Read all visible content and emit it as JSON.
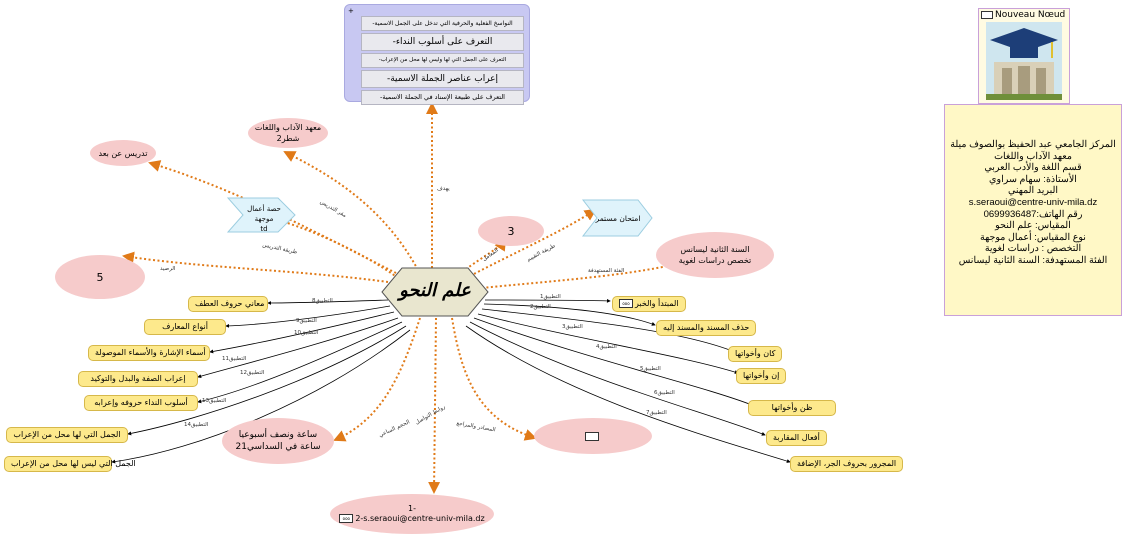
{
  "center": {
    "label": "علم النحو"
  },
  "goals": {
    "top_mark": "+",
    "items": [
      "-النواسخ الفعلية والحرفية التي تدخل على الجمل الاسمية",
      "-التعرف على أسلوب النداء",
      "-التعرف على الجمل التي لها وليس لها محل من الإعراب",
      "-إعراب عناصر الجملة الاسمية",
      "-التعرف على طبيعة الإسناد في الجملة الاسمية"
    ]
  },
  "right_panel": {
    "image_title": "Nouveau Nœud",
    "info_lines": [
      "المركز الجامعي   عبد  الحفيظ بوالصوف ميلة",
      "معهد الآداب واللغات",
      "قسم اللغة والأدب العربي",
      "الأستاذة: سهام سراوي",
      "البريد المهني",
      "s.seraoui@centre-univ-mila.dz",
      "رقم الهاتف:0699936487",
      "المقياس: علم النحو",
      "نوع المقياس: أعمال موجهة",
      "التخصص : دراسات لغوية",
      "الفئة المستهدفة: السنة الثانية ليسانس"
    ]
  },
  "nodes": {
    "institute": "معهد الآداب واللغات شطر2",
    "distance": "تدريس عن بعد",
    "td": "حصة أعمال موجهة\ntd",
    "five": "5",
    "three": "3",
    "exam": "امتحان مستمر",
    "target": "السنة الثانية ليسانس\nتخصص دراسات لغوية",
    "hours": "ساعة ونصف أسبوعيا\nساعة في السداسي21",
    "resources": "",
    "email_line1": "1-",
    "email_line2": "2-s.seraoui@centre-univ-mila.dz",
    "icon_label": "ooo"
  },
  "edge_labels": {
    "goal": "يهدف",
    "institute": "مقر التدريس",
    "td": "طريقة التدريس",
    "five": "الرصيد",
    "three": "المعامل",
    "exam": "طريقة التقييم",
    "target": "الفئة المستهدفة",
    "hours": "الحجم الساعي",
    "contact": "روابط التواصل",
    "resources": "المصادر والمراجع"
  },
  "right_items": [
    {
      "label": "المبتدأ والخبر",
      "edge": "التطبيق1"
    },
    {
      "label": "حذف المسند والمسند إليه",
      "edge": "التطبيق2"
    },
    {
      "label": "كان وأخواتها",
      "edge": "التطبيق3"
    },
    {
      "label": "إن وأخواتها",
      "edge": "التطبيق4"
    },
    {
      "label": "ظن وأخواتها",
      "edge": "التطبيق5"
    },
    {
      "label": "أفعال المقاربة",
      "edge": "التطبيق6"
    },
    {
      "label": "المجرور بحروف الجر، الإضافة",
      "edge": "التطبيق7"
    }
  ],
  "left_items": [
    {
      "label": "معاني حروف العطف",
      "edge": "التطبيق8"
    },
    {
      "label": "أنواع المعارف",
      "edge": "التطبيق9"
    },
    {
      "label": "أسماء الإشارة والأسماء الموصولة",
      "edge": "التطبيق10"
    },
    {
      "label": "إعراب الصفة والبدل والتوكيد",
      "edge": "التطبيق11"
    },
    {
      "label": "أسلوب النداء حروفه وإعرابه",
      "edge": "التطبيق12"
    },
    {
      "label": "الجمل التي لها محل من الإعراب",
      "edge": "التطبيق13"
    },
    {
      "label": "الجمل التي ليس لها محل من الإعراب",
      "edge": "التطبيق14"
    }
  ],
  "colors": {
    "dashed": "#e07a18",
    "hexagon": "#e9e6cf",
    "pill": "#fde98c",
    "ellipse": "#f6cbcb",
    "chevron": "#dff3fb",
    "goals_bg": "#c8c8f2",
    "panel_bg": "#fff8c6",
    "panel_border": "#c9a0d9"
  }
}
